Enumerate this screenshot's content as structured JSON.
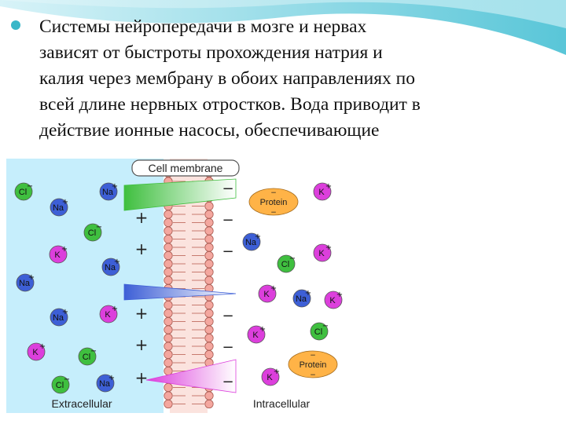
{
  "slide": {
    "text_lines": [
      "Системы нейропередачи в мозге и нервах",
      "зависят от быстроты прохождения натрия и",
      "калия через мембрану в обоих направлениях по",
      "всей длине нервных отростков. Вода приводит в",
      "действие ионные насосы, обеспечивающие"
    ],
    "accent_color": "#39b7c8"
  },
  "diagram": {
    "title": "Cell membrane",
    "extracellular_label": "Extracellular",
    "intracellular_label": "Intracellular",
    "extracellular_color": "#c6eefc",
    "intracellular_color": "#ffffff",
    "membrane_color": "#f4a79f",
    "ion_colors": {
      "Cl": "#3fbf3f",
      "Na": "#3d5fd6",
      "K": "#dc3fdc"
    },
    "protein_label": "Protein",
    "protein_color": "#ffb347",
    "left_ions": [
      {
        "symbol": "Cl",
        "charge": "−"
      },
      {
        "symbol": "Na",
        "charge": "+"
      },
      {
        "symbol": "Na",
        "charge": "+"
      },
      {
        "symbol": "Cl",
        "charge": "−"
      },
      {
        "symbol": "K",
        "charge": "+"
      },
      {
        "symbol": "Na",
        "charge": "+"
      },
      {
        "symbol": "Na",
        "charge": "+"
      },
      {
        "symbol": "Na",
        "charge": "+"
      },
      {
        "symbol": "K",
        "charge": "+"
      },
      {
        "symbol": "K",
        "charge": "+"
      },
      {
        "symbol": "Cl",
        "charge": "−"
      },
      {
        "symbol": "Cl",
        "charge": "−"
      },
      {
        "symbol": "Na",
        "charge": "+"
      }
    ],
    "right_ions": [
      {
        "symbol": "K",
        "charge": "+"
      },
      {
        "symbol": "Na",
        "charge": "+"
      },
      {
        "symbol": "K",
        "charge": "+"
      },
      {
        "symbol": "Cl",
        "charge": "−"
      },
      {
        "symbol": "K",
        "charge": "+"
      },
      {
        "symbol": "Na",
        "charge": "+"
      },
      {
        "symbol": "K",
        "charge": "+"
      },
      {
        "symbol": "K",
        "charge": "+"
      },
      {
        "symbol": "Cl",
        "charge": "−"
      },
      {
        "symbol": "K",
        "charge": "+"
      }
    ],
    "outside_charges": [
      "+",
      "+",
      "+",
      "+",
      "+"
    ],
    "inside_charges": [
      "−",
      "−",
      "−",
      "−",
      "−",
      "−"
    ],
    "gradients": [
      {
        "name": "chloride",
        "color": "#3fbf3f"
      },
      {
        "name": "sodium",
        "color": "#3d5fd6"
      },
      {
        "name": "potassium",
        "color": "#dc3fdc"
      }
    ]
  }
}
